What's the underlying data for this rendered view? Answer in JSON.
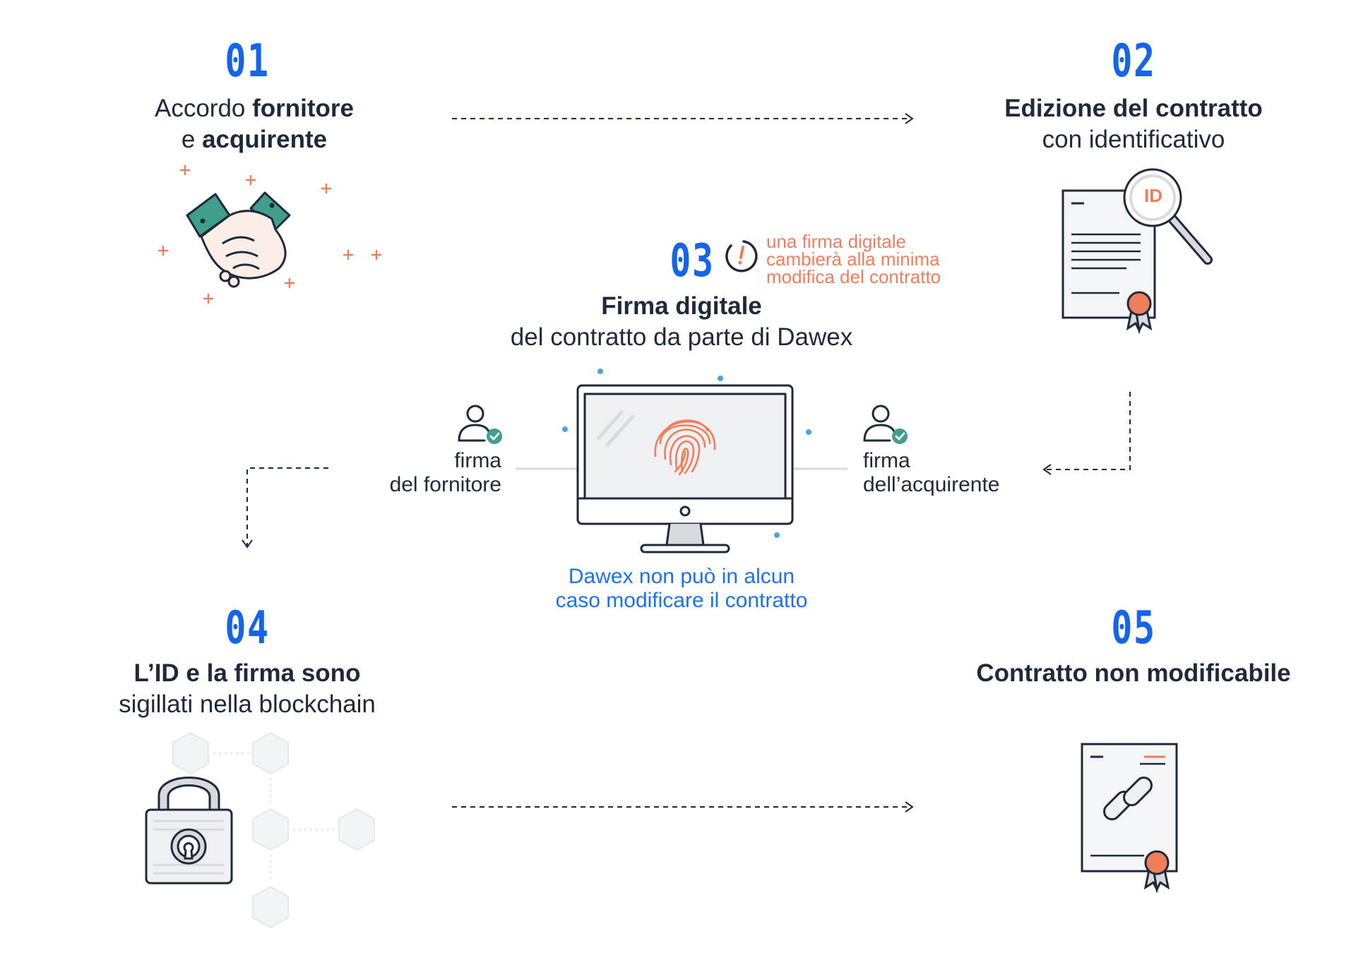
{
  "steps": {
    "s1": {
      "number": "01",
      "line1_a": "Accordo ",
      "line1_b": "fornitore",
      "line2_a": "e ",
      "line2_b": "acquirente"
    },
    "s2": {
      "number": "02",
      "line1": "Edizione del contratto",
      "line2": "con identificativo"
    },
    "s3": {
      "number": "03",
      "line1": "Firma digitale",
      "line2": "del contratto da parte di Dawex"
    },
    "s4": {
      "number": "04",
      "line1": "L’ID e la firma sono",
      "line2": "sigillati nella blockchain"
    },
    "s5": {
      "number": "05",
      "line1": "Contratto non modificabile"
    }
  },
  "notes": {
    "warning": [
      "una firma digitale",
      "cambierà alla minima",
      "modifica del contratto"
    ],
    "dawex": [
      "Dawex non può in alcun",
      "caso modificare il contratto"
    ]
  },
  "signers": {
    "supplier": [
      "firma",
      "del fornitore"
    ],
    "buyer": [
      "firma",
      "dell’acquirente"
    ]
  },
  "icons": {
    "id_badge": "ID"
  },
  "colors": {
    "accent_blue": "#1565ea",
    "accent_orange": "#ef7e5b",
    "teal": "#3f9e8c",
    "dark": "#1e2a3a"
  }
}
